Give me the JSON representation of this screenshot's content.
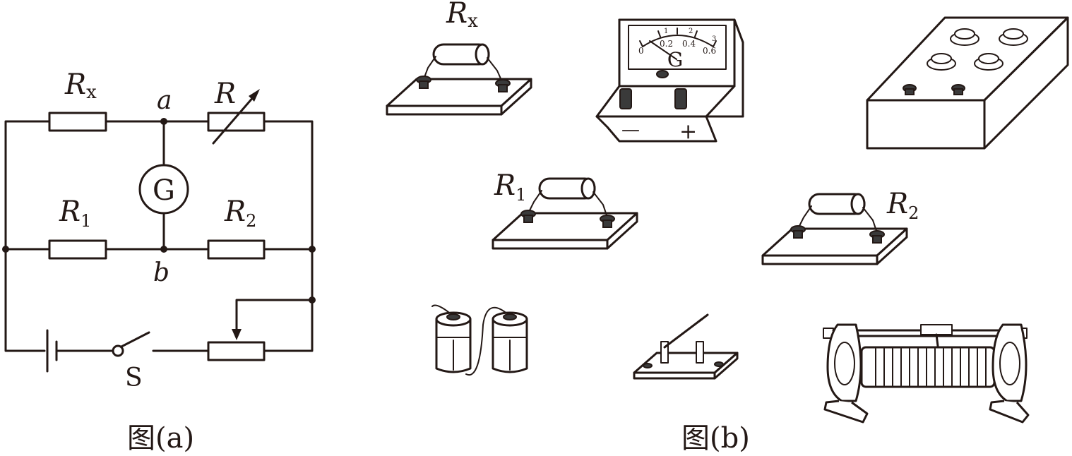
{
  "figure_a": {
    "caption": "图(a)",
    "labels": {
      "rx_main": "R",
      "rx_sub": "x",
      "r_var": "R",
      "r1_main": "R",
      "r1_sub": "1",
      "r2_main": "R",
      "r2_sub": "2",
      "node_a": "a",
      "node_b": "b",
      "galvanometer": "G",
      "switch": "S"
    }
  },
  "figure_b": {
    "caption": "图(b)",
    "labels": {
      "rx_main": "R",
      "rx_sub": "x",
      "r1_main": "R",
      "r1_sub": "1",
      "r2_main": "R",
      "r2_sub": "2",
      "meter_symbol": "G",
      "scale": [
        "0",
        "0.2",
        "0.4",
        "0.6"
      ],
      "scale_top": [
        "1",
        "2",
        "3"
      ],
      "minus": "—",
      "plus": "+"
    }
  }
}
